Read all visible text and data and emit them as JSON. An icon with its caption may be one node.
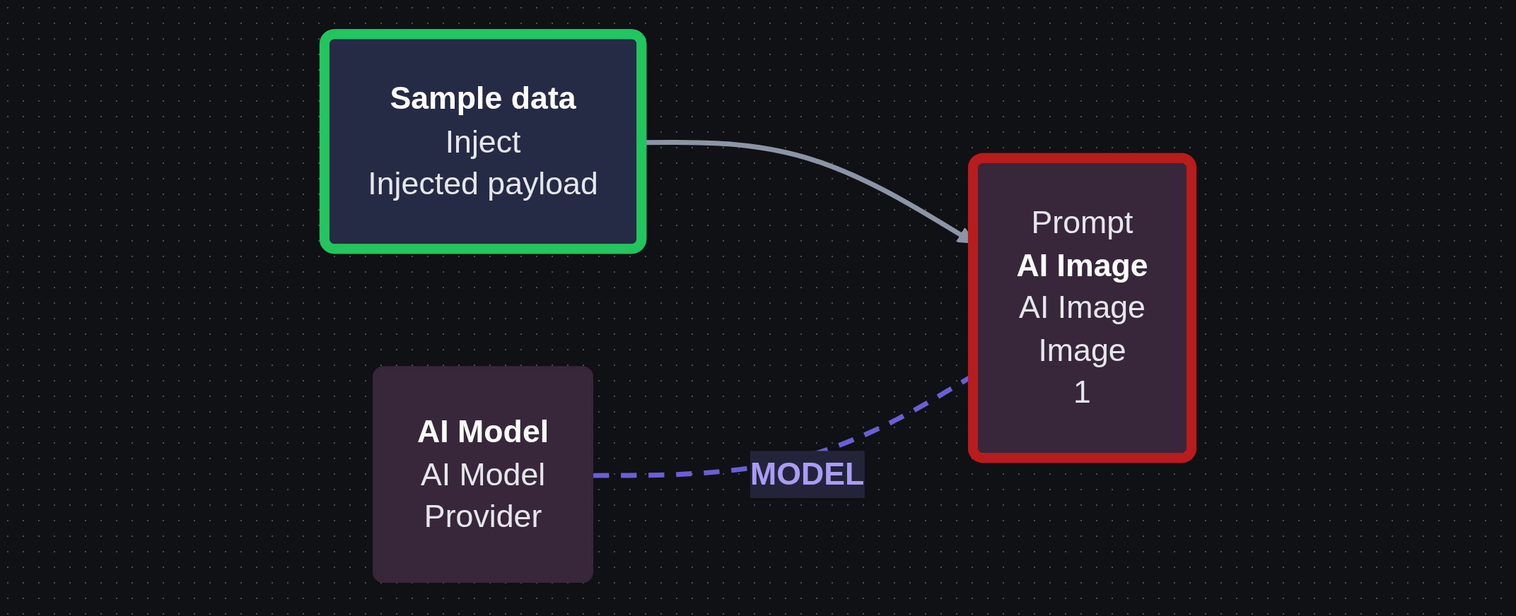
{
  "diagram": {
    "nodes": [
      {
        "text": [
          "Sample data",
          "Inject",
          "Injected payload"
        ]
      },
      {
        "text": [
          "Prompt",
          "AI Image",
          "AI Image",
          "Image",
          "1"
        ]
      },
      {
        "text": [
          "AI Model",
          "AI Model",
          "Provider"
        ]
      }
    ],
    "edges": [
      {
        "from": 0,
        "to": 1,
        "arrow": "to"
      },
      {
        "from": 2,
        "to": 1,
        "arrow": "none",
        "label": "MODEL",
        "style": "dashed",
        "color": "#6b5fd6"
      }
    ]
  }
}
